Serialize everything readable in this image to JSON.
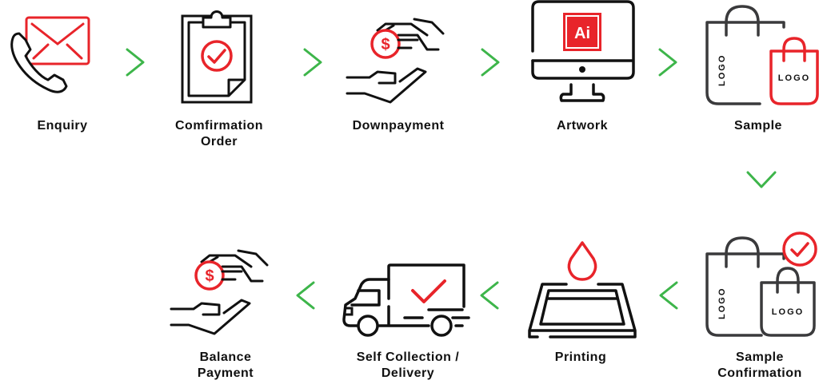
{
  "diagram": {
    "title": "",
    "colors": {
      "accent_red": "#e8242a",
      "line_black": "#111111",
      "bag_dark": "#3a3a3c",
      "arrow_green": "#3db54a"
    },
    "steps": [
      {
        "id": 1,
        "label": "Enquiry",
        "icon": "phone-envelope-icon"
      },
      {
        "id": 2,
        "label": "Comfirmation Order",
        "label_lines": [
          "Comfirmation",
          "Order"
        ],
        "icon": "clipboard-check-icon"
      },
      {
        "id": 3,
        "label": "Downpayment",
        "icon": "hand-coin-icon"
      },
      {
        "id": 4,
        "label": "Artwork",
        "icon": "monitor-illustrator-icon",
        "badge_text": "Ai"
      },
      {
        "id": 5,
        "label": "Sample",
        "icon": "shopping-bags-icon",
        "bag_text": "LOGO"
      },
      {
        "id": 6,
        "label": "Sample Confirmation",
        "label_lines": [
          "Sample",
          "Confirmation"
        ],
        "icon": "shopping-bags-check-icon",
        "bag_text": "LOGO"
      },
      {
        "id": 7,
        "label": "Printing",
        "icon": "ink-drop-screen-icon"
      },
      {
        "id": 8,
        "label": "Self Collection / Delivery",
        "label_lines": [
          "Self Collection /",
          "Delivery"
        ],
        "icon": "delivery-truck-check-icon"
      },
      {
        "id": 9,
        "label": "Balance Payment",
        "label_lines": [
          "Balance",
          "Payment"
        ],
        "icon": "hand-coin-icon"
      }
    ],
    "arrows": [
      {
        "from": 1,
        "to": 2,
        "direction": "right"
      },
      {
        "from": 2,
        "to": 3,
        "direction": "right"
      },
      {
        "from": 3,
        "to": 4,
        "direction": "right"
      },
      {
        "from": 4,
        "to": 5,
        "direction": "right"
      },
      {
        "from": 5,
        "to": 6,
        "direction": "down"
      },
      {
        "from": 6,
        "to": 7,
        "direction": "left"
      },
      {
        "from": 7,
        "to": 8,
        "direction": "left"
      },
      {
        "from": 8,
        "to": 9,
        "direction": "left"
      }
    ],
    "coin_symbol": "$"
  }
}
